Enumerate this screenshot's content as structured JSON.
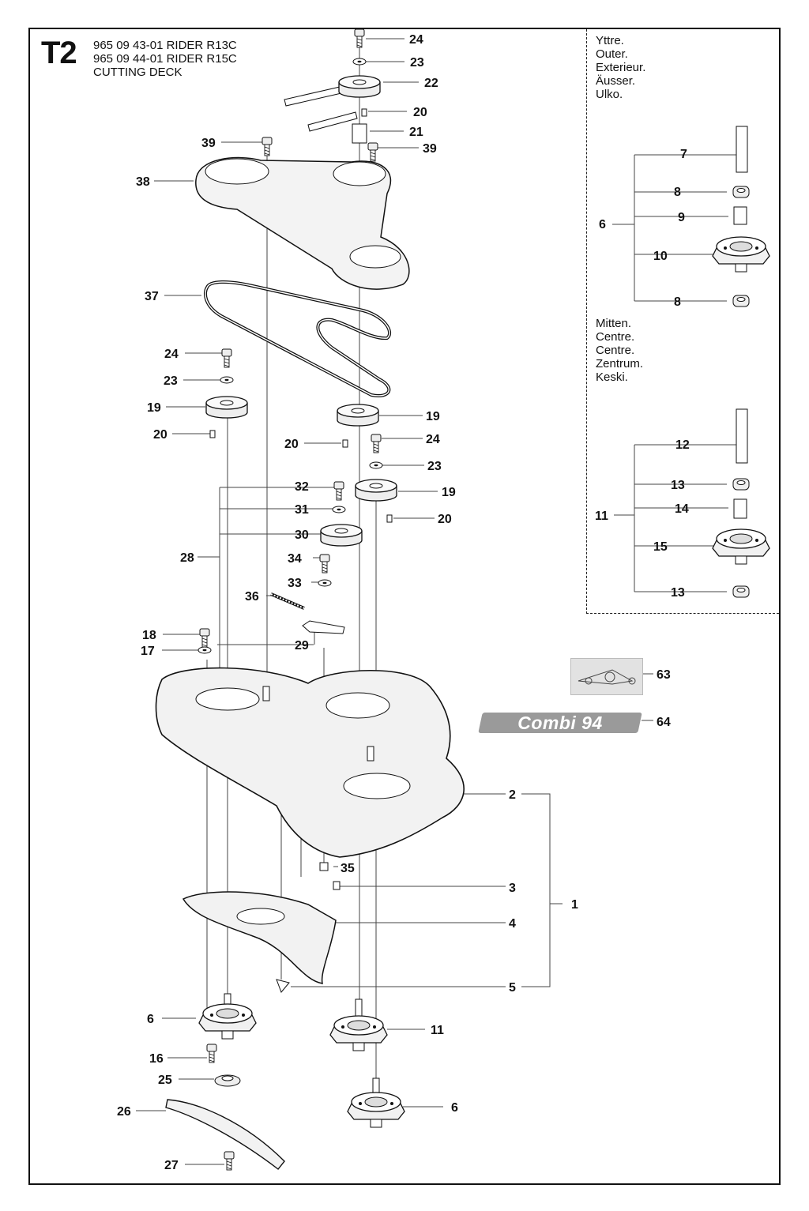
{
  "header": {
    "code": "T2",
    "lines": [
      "965 09 43-01 RIDER R13C",
      "965 09 44-01 RIDER R15C",
      "CUTTING DECK"
    ]
  },
  "inset": {
    "outer_labels": [
      "Yttre.",
      "Outer.",
      "Exterieur.",
      "Äusser.",
      "Ulko."
    ],
    "centre_labels": [
      "Mitten.",
      "Centre.",
      "Centre.",
      "Zentrum.",
      "Keski."
    ]
  },
  "badge": {
    "text": "Combi 94"
  },
  "callouts": {
    "c24a": "24",
    "c23a": "23",
    "c22": "22",
    "c20a": "20",
    "c21": "21",
    "c39a": "39",
    "c39b": "39",
    "c38": "38",
    "c37": "37",
    "c24b": "24",
    "c23b": "23",
    "c19a": "19",
    "c20b": "20",
    "c19b": "19",
    "c20c": "20",
    "c24c": "24",
    "c23c": "23",
    "c19c": "19",
    "c20d": "20",
    "c32": "32",
    "c31": "31",
    "c30": "30",
    "c28": "28",
    "c34": "34",
    "c33": "33",
    "c36": "36",
    "c18": "18",
    "c17": "17",
    "c29": "29",
    "c63": "63",
    "c64": "64",
    "c2": "2",
    "c35": "35",
    "c3": "3",
    "c1": "1",
    "c4": "4",
    "c5": "5",
    "c6a": "6",
    "c11a": "11",
    "c16": "16",
    "c25": "25",
    "c26": "26",
    "c6b": "6",
    "c27": "27",
    "i7": "7",
    "i8a": "8",
    "i6": "6",
    "i9": "9",
    "i10": "10",
    "i8b": "8",
    "i12": "12",
    "i13a": "13",
    "i11": "11",
    "i14": "14",
    "i15": "15",
    "i13b": "13"
  }
}
